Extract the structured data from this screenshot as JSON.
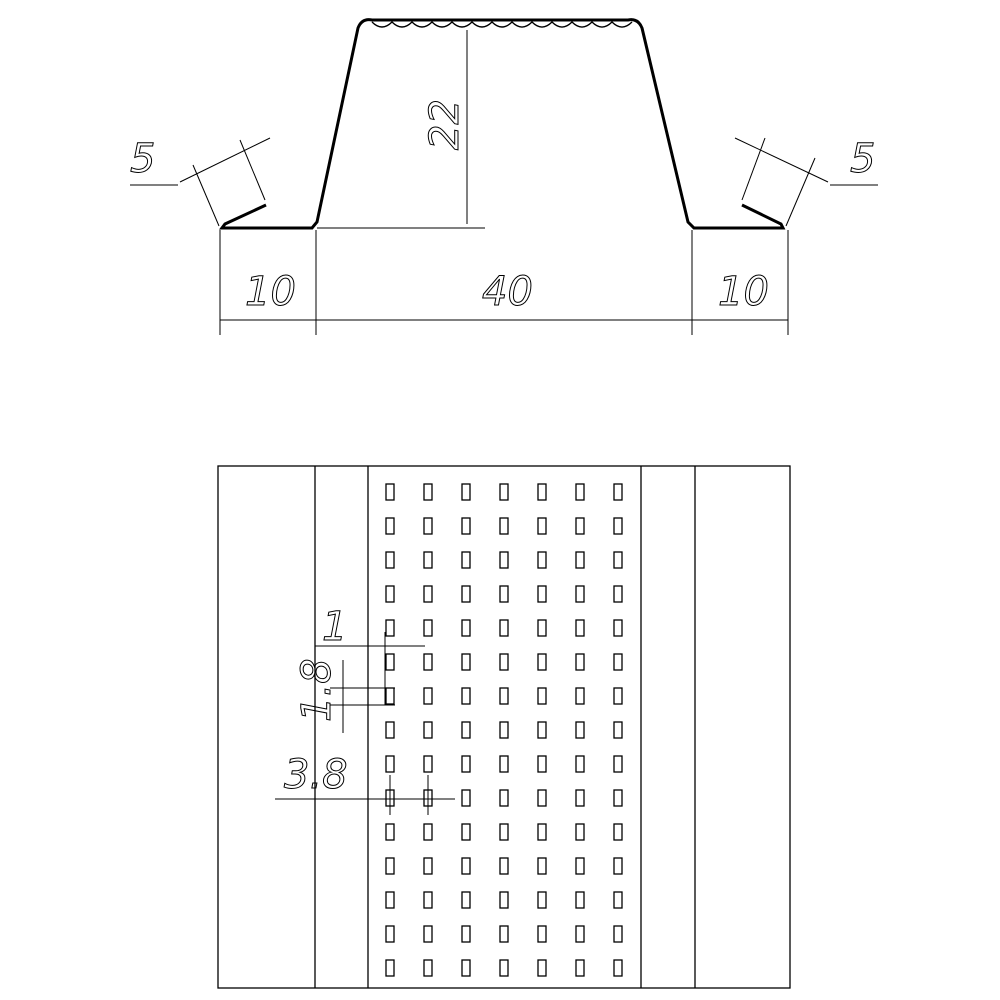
{
  "profile_section": {
    "dimensions": {
      "lip_left": "5",
      "lip_right": "5",
      "height": "22",
      "flange_left": "10",
      "crest": "40",
      "flange_right": "10"
    }
  },
  "plan_view": {
    "perforation": {
      "columns": 7,
      "rows": 15
    },
    "dimensions": {
      "hole_width": "1",
      "hole_height": "1.8",
      "hole_pitch": "3.8"
    }
  }
}
